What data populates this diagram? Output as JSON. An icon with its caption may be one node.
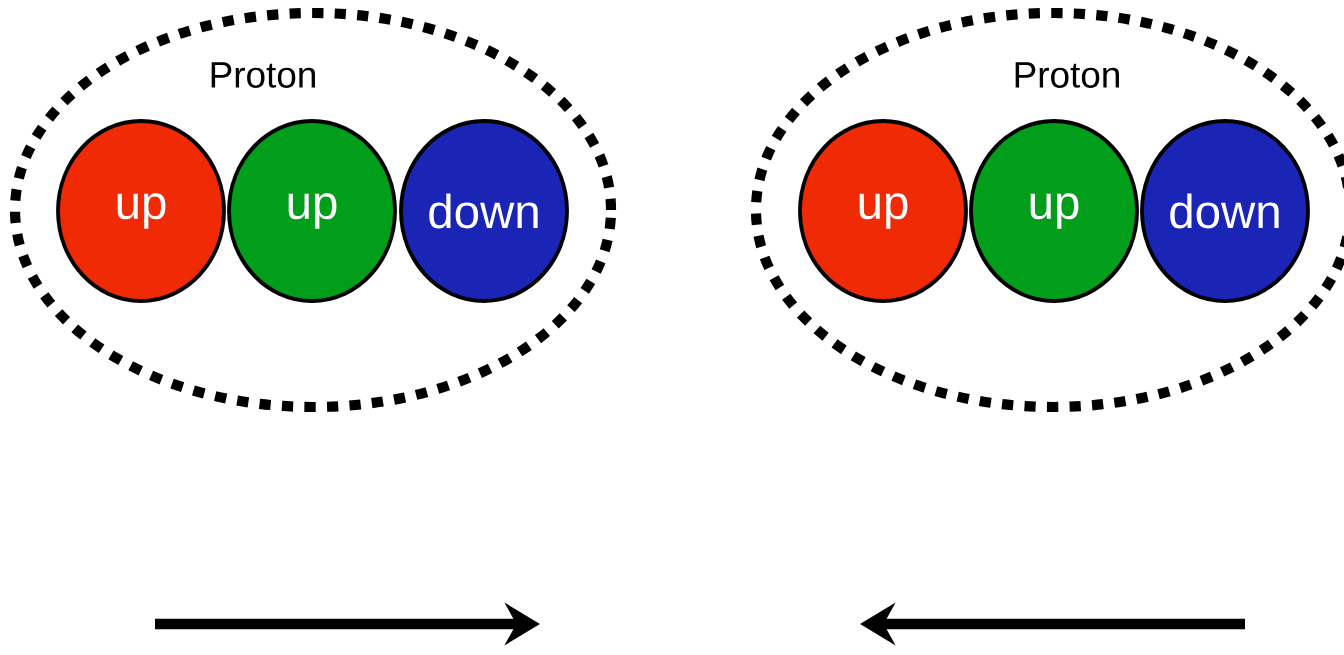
{
  "diagram": {
    "nodes": [
      {
        "text": [
          "Proton"
        ]
      },
      {
        "text": [
          "up"
        ],
        "in": 0
      },
      {
        "text": [
          "up"
        ],
        "in": 0
      },
      {
        "text": [
          "down"
        ],
        "in": 0
      },
      {
        "text": [
          "Proton"
        ]
      },
      {
        "text": [
          "up"
        ],
        "in": 4
      },
      {
        "text": [
          "up"
        ],
        "in": 4
      },
      {
        "text": [
          "down"
        ],
        "in": 4
      }
    ]
  }
}
